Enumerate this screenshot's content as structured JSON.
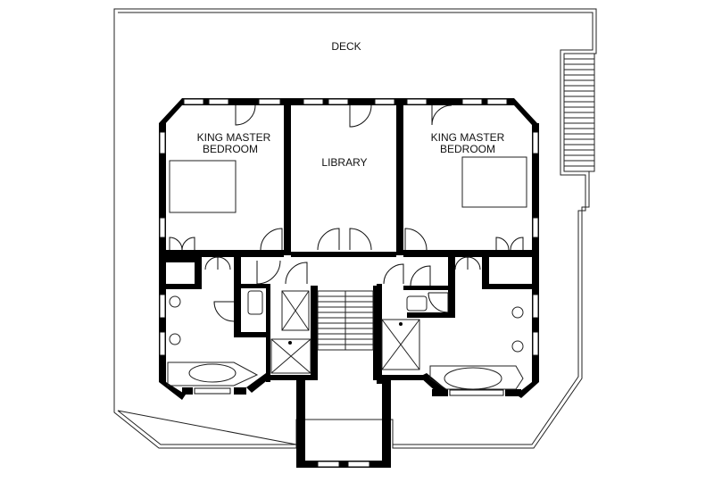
{
  "rooms": {
    "deck": "DECK",
    "library": "LIBRARY",
    "bedroom_left": [
      "KING MASTER",
      "BEDROOM"
    ],
    "bedroom_right": [
      "KING MASTER",
      "BEDROOM"
    ]
  },
  "colors": {
    "wall": "#000000",
    "line": "#222222",
    "background": "#ffffff"
  }
}
